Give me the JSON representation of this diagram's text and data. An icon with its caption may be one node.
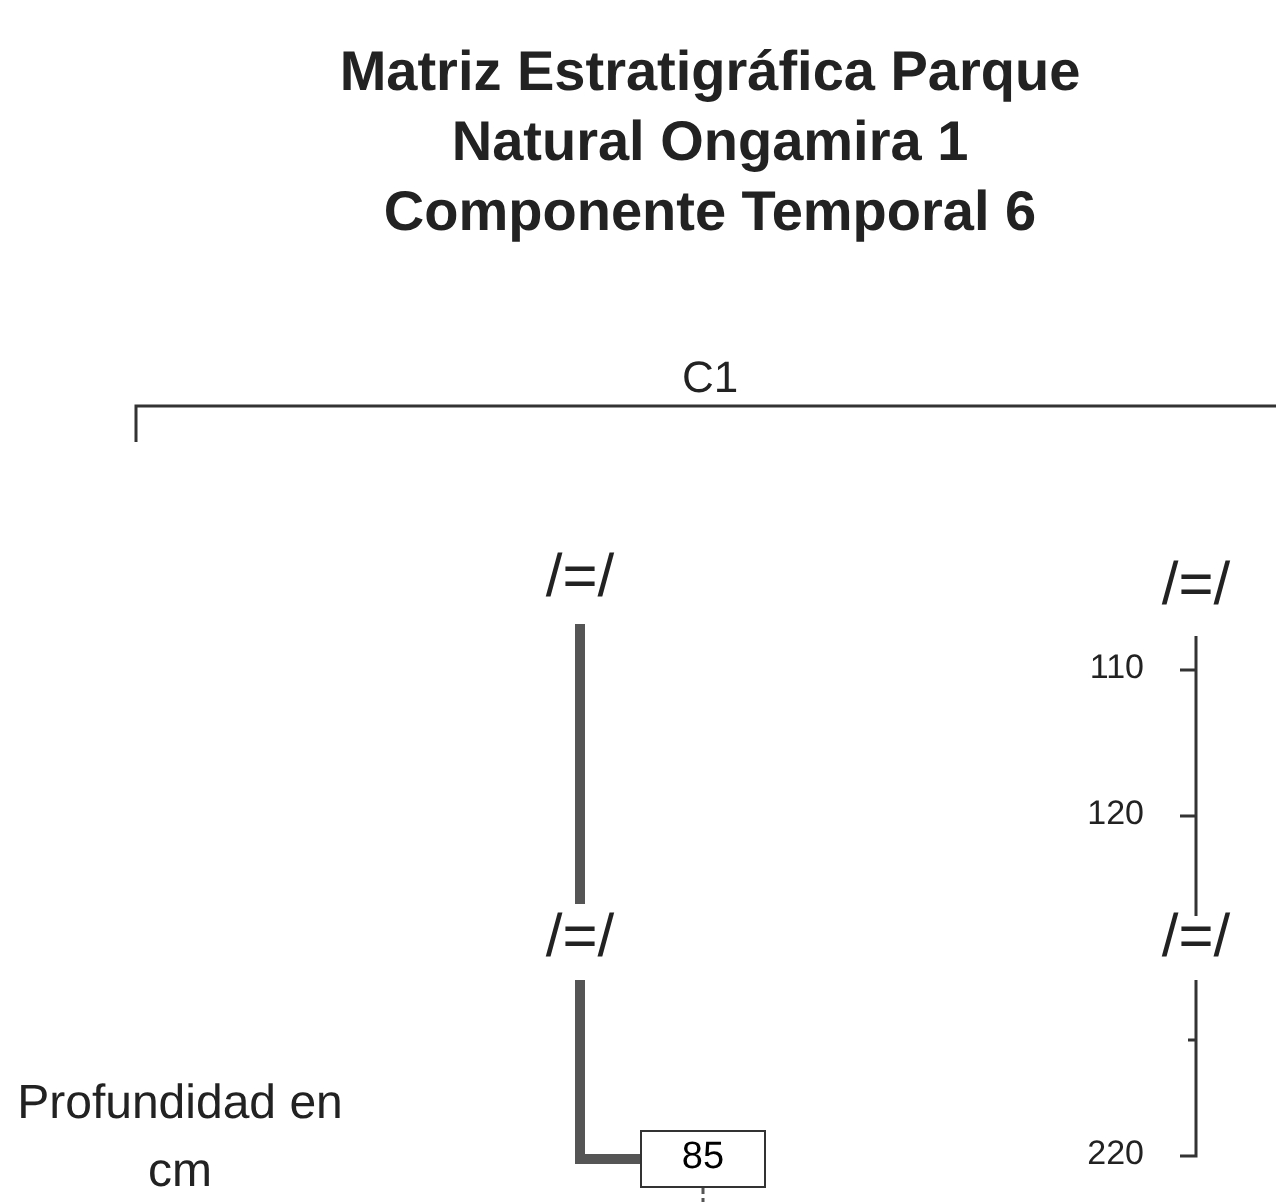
{
  "diagram": {
    "title": "Matriz Estratigráfica Parque Natural Ongamira 1 Componente Temporal 6",
    "nodes": [
      {
        "text": [
          "/=/"
        ]
      },
      {
        "text": [
          "/=/"
        ]
      },
      {
        "text": [
          "85"
        ]
      }
    ],
    "edges": [
      {
        "from": 0,
        "to": 1,
        "arrow": "none"
      },
      {
        "from": 1,
        "to": 2,
        "arrow": "none"
      },
      {
        "from": 2,
        "to": null,
        "arrow": "none",
        "style": "dashed"
      }
    ],
    "labels": [
      "C1",
      "Profundidad en cm",
      "/=/",
      "110",
      "120",
      "/=/",
      "220"
    ]
  }
}
